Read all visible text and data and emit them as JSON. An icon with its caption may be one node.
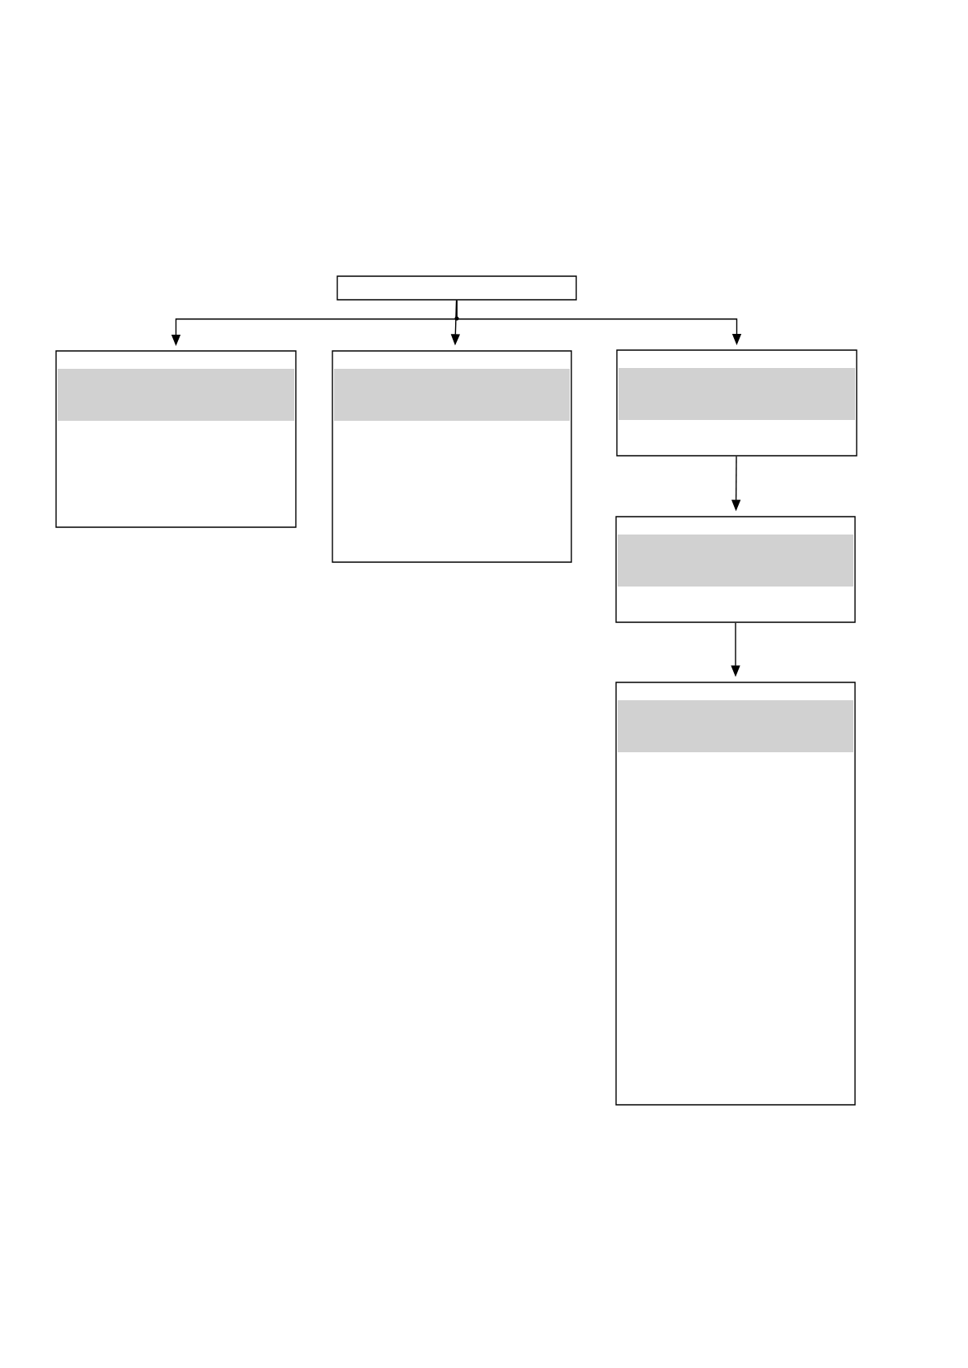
{
  "diagram": {
    "nodes": [
      {
        "text": [],
        "shape": "box"
      },
      {
        "text": [],
        "shape": "box"
      },
      {
        "text": [],
        "shape": "box"
      },
      {
        "text": [],
        "shape": "box"
      },
      {
        "text": [],
        "shape": "box"
      },
      {
        "text": [],
        "shape": "box"
      }
    ],
    "edges": [
      {
        "from": 0,
        "to": 1,
        "arrow": "to"
      },
      {
        "from": 0,
        "to": 2,
        "arrow": "to"
      },
      {
        "from": 0,
        "to": 3,
        "arrow": "to"
      },
      {
        "from": 3,
        "to": 4,
        "arrow": "to"
      },
      {
        "from": 4,
        "to": 5,
        "arrow": "to"
      }
    ]
  }
}
